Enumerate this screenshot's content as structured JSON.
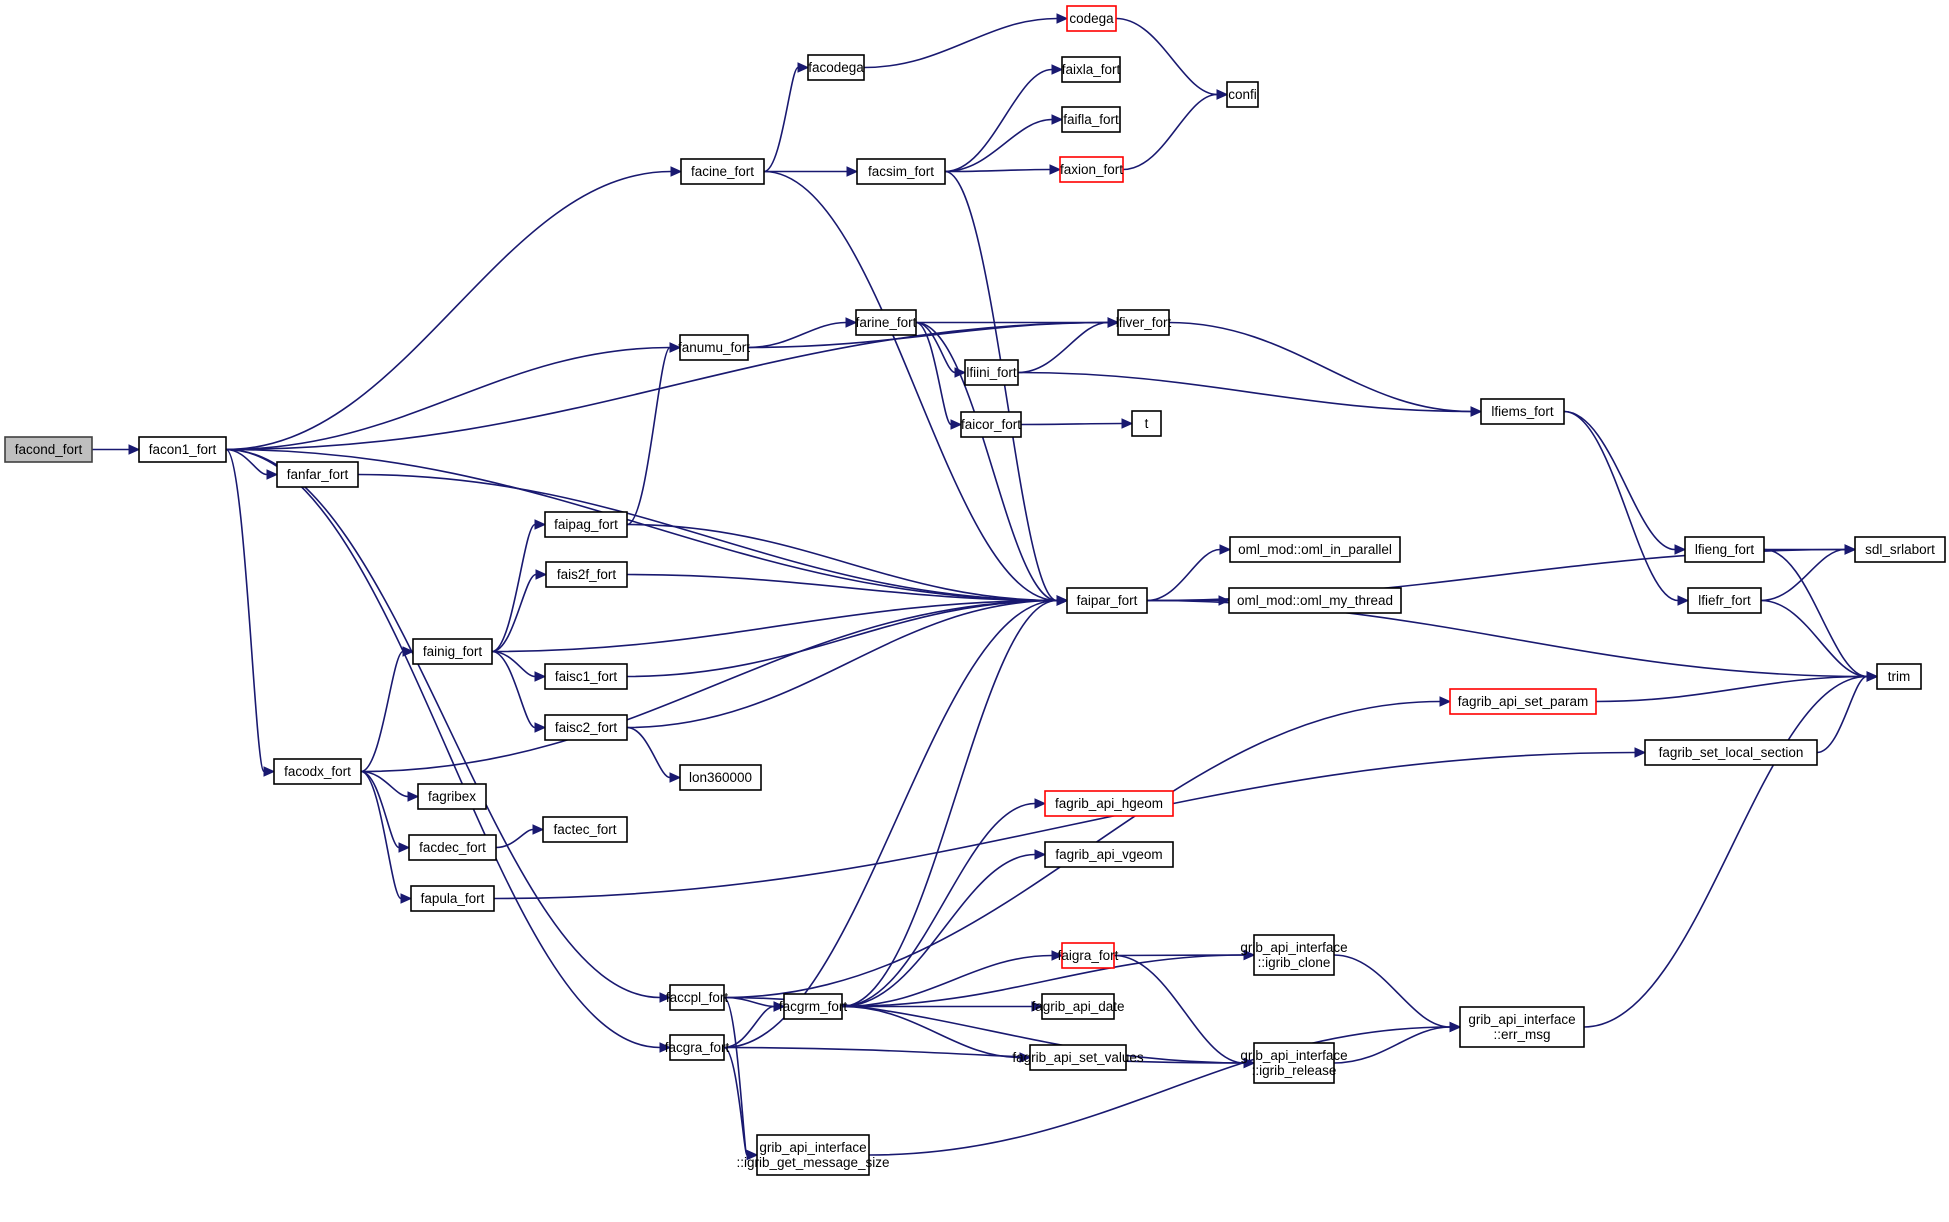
{
  "diagram": {
    "type": "call-graph",
    "colors": {
      "edge": "#191970",
      "root_fill": "#bfbfbf",
      "node_border": "#000000",
      "truncated_border": "#ff0000"
    },
    "nodes": [
      {
        "id": "facond_fort",
        "label": [
          "facond_fort"
        ],
        "style": "root"
      },
      {
        "id": "facon1_fort",
        "label": [
          "facon1_fort"
        ]
      },
      {
        "id": "facine_fort",
        "label": [
          "facine_fort"
        ]
      },
      {
        "id": "facodega",
        "label": [
          "facodega"
        ]
      },
      {
        "id": "codega",
        "label": [
          "codega"
        ],
        "style": "truncated"
      },
      {
        "id": "facsim_fort",
        "label": [
          "facsim_fort"
        ]
      },
      {
        "id": "faixla_fort",
        "label": [
          "faixla_fort"
        ]
      },
      {
        "id": "faifla_fort",
        "label": [
          "faifla_fort"
        ]
      },
      {
        "id": "faxion_fort",
        "label": [
          "faxion_fort"
        ],
        "style": "truncated"
      },
      {
        "id": "confi",
        "label": [
          "confi"
        ]
      },
      {
        "id": "fanumu_fort",
        "label": [
          "fanumu_fort"
        ]
      },
      {
        "id": "farine_fort",
        "label": [
          "farine_fort"
        ]
      },
      {
        "id": "lfiver_fort",
        "label": [
          "lfiver_fort"
        ]
      },
      {
        "id": "lfiini_fort",
        "label": [
          "lfiini_fort"
        ]
      },
      {
        "id": "faicor_fort",
        "label": [
          "faicor_fort"
        ]
      },
      {
        "id": "t",
        "label": [
          "t"
        ]
      },
      {
        "id": "lfiems_fort",
        "label": [
          "lfiems_fort"
        ]
      },
      {
        "id": "fanfar_fort",
        "label": [
          "fanfar_fort"
        ]
      },
      {
        "id": "faipag_fort",
        "label": [
          "faipag_fort"
        ]
      },
      {
        "id": "fais2f_fort",
        "label": [
          "fais2f_fort"
        ]
      },
      {
        "id": "fainig_fort",
        "label": [
          "fainig_fort"
        ]
      },
      {
        "id": "faisc1_fort",
        "label": [
          "faisc1_fort"
        ]
      },
      {
        "id": "faisc2_fort",
        "label": [
          "faisc2_fort"
        ]
      },
      {
        "id": "lon360000",
        "label": [
          "lon360000"
        ]
      },
      {
        "id": "faipar_fort",
        "label": [
          "faipar_fort"
        ]
      },
      {
        "id": "oml_in_parallel",
        "label": [
          "oml_mod::oml_in_parallel"
        ]
      },
      {
        "id": "oml_my_thread",
        "label": [
          "oml_mod::oml_my_thread"
        ]
      },
      {
        "id": "lfieng_fort",
        "label": [
          "lfieng_fort"
        ]
      },
      {
        "id": "lfiefr_fort",
        "label": [
          "lfiefr_fort"
        ]
      },
      {
        "id": "sdl_srlabort",
        "label": [
          "sdl_srlabort"
        ]
      },
      {
        "id": "trim",
        "label": [
          "trim"
        ]
      },
      {
        "id": "fagrib_api_set_param",
        "label": [
          "fagrib_api_set_param"
        ],
        "style": "truncated"
      },
      {
        "id": "fagrib_set_local_section",
        "label": [
          "fagrib_set_local_section"
        ]
      },
      {
        "id": "facodx_fort",
        "label": [
          "facodx_fort"
        ]
      },
      {
        "id": "fagribex",
        "label": [
          "fagribex"
        ]
      },
      {
        "id": "facdec_fort",
        "label": [
          "facdec_fort"
        ]
      },
      {
        "id": "factec_fort",
        "label": [
          "factec_fort"
        ]
      },
      {
        "id": "fapula_fort",
        "label": [
          "fapula_fort"
        ]
      },
      {
        "id": "fagrib_api_hgeom",
        "label": [
          "fagrib_api_hgeom"
        ],
        "style": "truncated"
      },
      {
        "id": "fagrib_api_vgeom",
        "label": [
          "fagrib_api_vgeom"
        ]
      },
      {
        "id": "faigra_fort",
        "label": [
          "faigra_fort"
        ],
        "style": "truncated"
      },
      {
        "id": "igrib_clone",
        "label": [
          "grib_api_interface",
          "::igrib_clone"
        ]
      },
      {
        "id": "faccpl_fort",
        "label": [
          "faccpl_fort"
        ]
      },
      {
        "id": "facgrm_fort",
        "label": [
          "facgrm_fort"
        ]
      },
      {
        "id": "fagrib_api_date",
        "label": [
          "fagrib_api_date"
        ]
      },
      {
        "id": "facgra_fort",
        "label": [
          "facgra_fort"
        ]
      },
      {
        "id": "fagrib_api_set_values",
        "label": [
          "fagrib_api_set_values"
        ]
      },
      {
        "id": "igrib_release",
        "label": [
          "grib_api_interface",
          "::igrib_release"
        ]
      },
      {
        "id": "err_msg",
        "label": [
          "grib_api_interface",
          "::err_msg"
        ]
      },
      {
        "id": "igrib_get_message_size",
        "label": [
          "grib_api_interface",
          "::igrib_get_message_size"
        ]
      }
    ],
    "edges": [
      [
        "facond_fort",
        "facon1_fort"
      ],
      [
        "facon1_fort",
        "facine_fort"
      ],
      [
        "facon1_fort",
        "lfiver_fort"
      ],
      [
        "facon1_fort",
        "fanumu_fort"
      ],
      [
        "facon1_fort",
        "faipar_fort"
      ],
      [
        "facon1_fort",
        "fanfar_fort"
      ],
      [
        "facon1_fort",
        "facodx_fort"
      ],
      [
        "facon1_fort",
        "faccpl_fort"
      ],
      [
        "facon1_fort",
        "facgra_fort"
      ],
      [
        "facine_fort",
        "facodega"
      ],
      [
        "facine_fort",
        "facsim_fort"
      ],
      [
        "facine_fort",
        "faipar_fort"
      ],
      [
        "facodega",
        "codega"
      ],
      [
        "codega",
        "confi"
      ],
      [
        "facsim_fort",
        "faixla_fort"
      ],
      [
        "facsim_fort",
        "faifla_fort"
      ],
      [
        "facsim_fort",
        "faxion_fort"
      ],
      [
        "facsim_fort",
        "faipar_fort"
      ],
      [
        "faxion_fort",
        "confi"
      ],
      [
        "fanumu_fort",
        "farine_fort"
      ],
      [
        "fanumu_fort",
        "lfiver_fort"
      ],
      [
        "farine_fort",
        "lfiver_fort"
      ],
      [
        "farine_fort",
        "lfiini_fort"
      ],
      [
        "farine_fort",
        "faicor_fort"
      ],
      [
        "farine_fort",
        "faipar_fort"
      ],
      [
        "lfiini_fort",
        "lfiver_fort"
      ],
      [
        "lfiini_fort",
        "lfiems_fort"
      ],
      [
        "faicor_fort",
        "t"
      ],
      [
        "lfiver_fort",
        "lfiems_fort"
      ],
      [
        "lfiems_fort",
        "lfieng_fort"
      ],
      [
        "lfiems_fort",
        "lfiefr_fort"
      ],
      [
        "lfieng_fort",
        "sdl_srlabort"
      ],
      [
        "lfieng_fort",
        "trim"
      ],
      [
        "lfiefr_fort",
        "sdl_srlabort"
      ],
      [
        "lfiefr_fort",
        "trim"
      ],
      [
        "fanfar_fort",
        "faipar_fort"
      ],
      [
        "faipag_fort",
        "fanumu_fort"
      ],
      [
        "faipag_fort",
        "faipar_fort"
      ],
      [
        "fais2f_fort",
        "faipar_fort"
      ],
      [
        "fainig_fort",
        "faipag_fort"
      ],
      [
        "fainig_fort",
        "fais2f_fort"
      ],
      [
        "fainig_fort",
        "faipar_fort"
      ],
      [
        "fainig_fort",
        "faisc1_fort"
      ],
      [
        "fainig_fort",
        "faisc2_fort"
      ],
      [
        "faisc1_fort",
        "faipar_fort"
      ],
      [
        "faisc2_fort",
        "faipar_fort"
      ],
      [
        "faisc2_fort",
        "lon360000"
      ],
      [
        "faipar_fort",
        "sdl_srlabort"
      ],
      [
        "faipar_fort",
        "oml_in_parallel"
      ],
      [
        "faipar_fort",
        "oml_my_thread"
      ],
      [
        "faipar_fort",
        "trim"
      ],
      [
        "fagrib_api_set_param",
        "trim"
      ],
      [
        "fagrib_set_local_section",
        "trim"
      ],
      [
        "facodx_fort",
        "fainig_fort"
      ],
      [
        "facodx_fort",
        "faipar_fort"
      ],
      [
        "facodx_fort",
        "fagribex"
      ],
      [
        "facodx_fort",
        "facdec_fort"
      ],
      [
        "facodx_fort",
        "fapula_fort"
      ],
      [
        "facdec_fort",
        "factec_fort"
      ],
      [
        "fapula_fort",
        "fagrib_set_local_section"
      ],
      [
        "faccpl_fort",
        "fagrib_api_set_param"
      ],
      [
        "faccpl_fort",
        "facgrm_fort"
      ],
      [
        "faccpl_fort",
        "igrib_release"
      ],
      [
        "faccpl_fort",
        "igrib_get_message_size"
      ],
      [
        "facgra_fort",
        "faipar_fort"
      ],
      [
        "facgra_fort",
        "facgrm_fort"
      ],
      [
        "facgra_fort",
        "igrib_get_message_size"
      ],
      [
        "facgra_fort",
        "igrib_release"
      ],
      [
        "facgrm_fort",
        "faipar_fort"
      ],
      [
        "facgrm_fort",
        "fagrib_api_hgeom"
      ],
      [
        "facgrm_fort",
        "fagrib_api_vgeom"
      ],
      [
        "facgrm_fort",
        "faigra_fort"
      ],
      [
        "facgrm_fort",
        "igrib_clone"
      ],
      [
        "facgrm_fort",
        "fagrib_api_date"
      ],
      [
        "facgrm_fort",
        "fagrib_api_set_values"
      ],
      [
        "faigra_fort",
        "igrib_clone"
      ],
      [
        "faigra_fort",
        "igrib_release"
      ],
      [
        "igrib_clone",
        "err_msg"
      ],
      [
        "igrib_release",
        "err_msg"
      ],
      [
        "igrib_get_message_size",
        "err_msg"
      ],
      [
        "err_msg",
        "trim"
      ]
    ]
  }
}
